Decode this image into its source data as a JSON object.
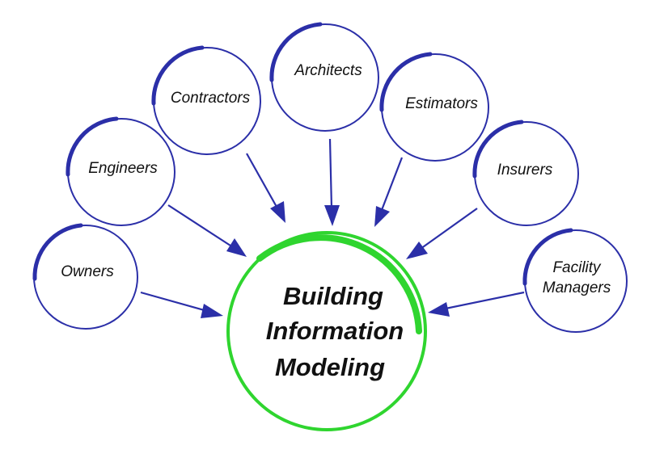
{
  "center": {
    "lines": [
      "Building",
      "Information",
      "Modeling"
    ]
  },
  "stakeholders": [
    {
      "id": "owners",
      "lines": [
        "Owners"
      ]
    },
    {
      "id": "engineers",
      "lines": [
        "Engineers"
      ]
    },
    {
      "id": "contractors",
      "lines": [
        "Contractors"
      ]
    },
    {
      "id": "architects",
      "lines": [
        "Architects"
      ]
    },
    {
      "id": "estimators",
      "lines": [
        "Estimators"
      ]
    },
    {
      "id": "insurers",
      "lines": [
        "Insurers"
      ]
    },
    {
      "id": "facility-managers",
      "lines": [
        "Facility",
        "Managers"
      ]
    }
  ],
  "colors": {
    "node_stroke": "#2b2fa8",
    "center_stroke": "#2fd52f",
    "arrow": "#2b2fa8",
    "text": "#111111"
  }
}
